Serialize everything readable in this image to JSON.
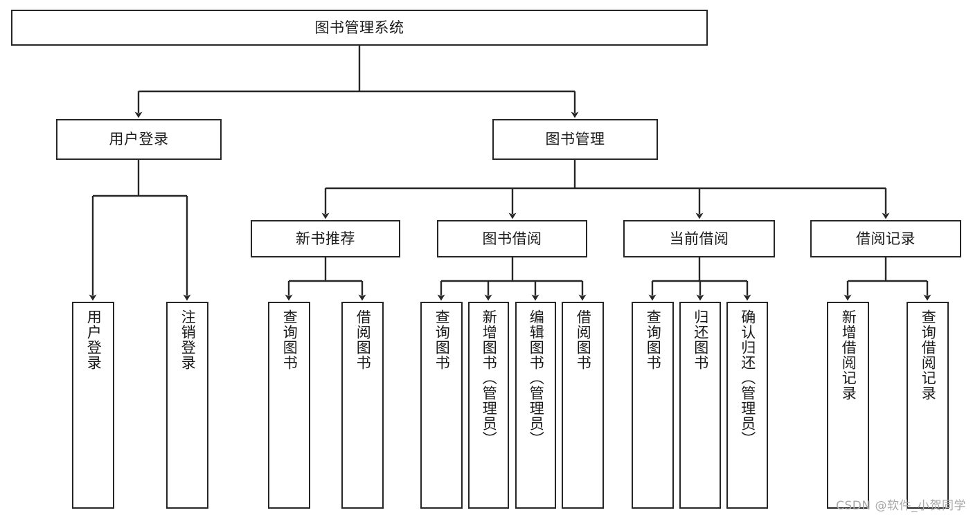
{
  "diagram": {
    "type": "tree",
    "title": "图书管理系统",
    "colors": {
      "box_border": "#262626",
      "box_fill": "#ffffff",
      "connector": "#262626",
      "text": "#1a1a1a",
      "watermark": "#a8a8a8",
      "background": "#ffffff"
    },
    "root": {
      "label": "图书管理系统"
    },
    "level1": [
      {
        "label": "用户登录"
      },
      {
        "label": "图书管理"
      }
    ],
    "level2": [
      {
        "label": "新书推荐"
      },
      {
        "label": "图书借阅"
      },
      {
        "label": "当前借阅"
      },
      {
        "label": "借阅记录"
      }
    ],
    "leaves": {
      "user_login": [
        {
          "label": "用户登录"
        },
        {
          "label": "注销登录"
        }
      ],
      "new_book": [
        {
          "label": "查询图书"
        },
        {
          "label": "借阅图书"
        }
      ],
      "book_borrow": [
        {
          "label": "查询图书"
        },
        {
          "label": "新增图书（管理员）"
        },
        {
          "label": "编辑图书（管理员）"
        },
        {
          "label": "借阅图书"
        }
      ],
      "current_borrow": [
        {
          "label": "查询图书"
        },
        {
          "label": "归还图书"
        },
        {
          "label": "确认归还（管理员）"
        }
      ],
      "borrow_record": [
        {
          "label": "新增借阅记录"
        },
        {
          "label": "查询借阅记录"
        }
      ]
    }
  },
  "watermark": {
    "text": "CSDN @软件_小贺同学"
  }
}
